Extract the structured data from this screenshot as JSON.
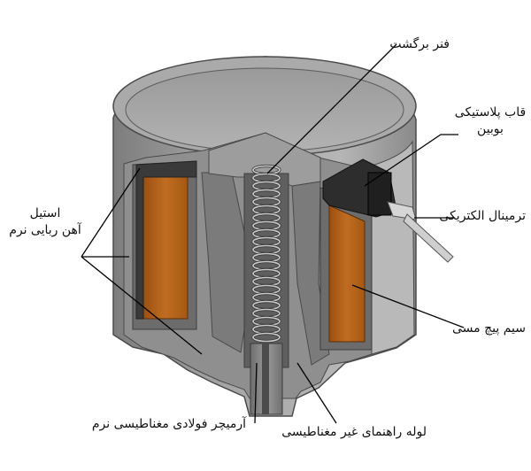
{
  "labels": {
    "return_spring": "فنر برگشت",
    "plastic_bobbin_line1": "قاب پلاستیکی",
    "plastic_bobbin_line2": "بوبین",
    "electrical_terminal": "ترمینال الکتریکی",
    "copper_coil": "سیم پیچ مسی",
    "steel_line1": "استیل",
    "steel_line2": "آهن ربایی نرم",
    "armature": "آرمیچر فولادی مغناطیسی نرم",
    "guide_tube": "لوله راهنمای غیر مغناطیسی"
  },
  "colors": {
    "steel": "#8e8e8e",
    "steel_light": "#b7b7b7",
    "steel_dark": "#575757",
    "copper": "#b8651a",
    "plastic": "#2a2a2a",
    "leader": "#000000"
  }
}
